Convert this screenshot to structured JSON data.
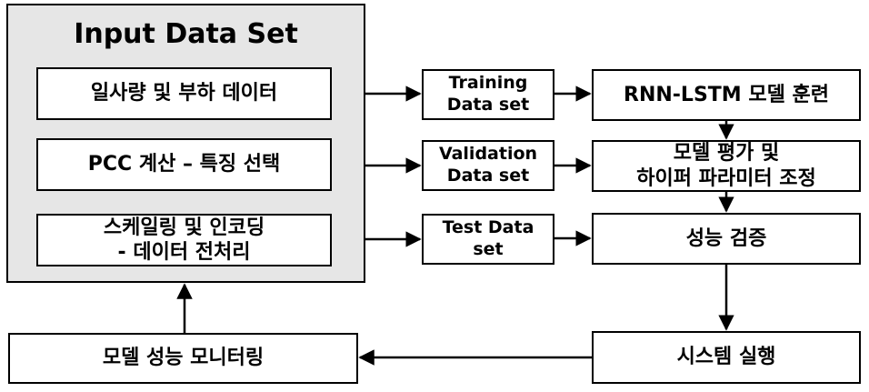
{
  "input_panel": {
    "title": "Input Data Set",
    "steps": [
      {
        "line1": "일사량 및 부하 데이터"
      },
      {
        "line1": "PCC 계산 – 특징 선택"
      },
      {
        "line1": "스케일링 및 인코딩",
        "line2": "- 데이터 전처리"
      }
    ]
  },
  "datasets": [
    {
      "line1": "Training",
      "line2": "Data set"
    },
    {
      "line1": "Validation",
      "line2": "Data set"
    },
    {
      "line1": "Test Data",
      "line2": "set"
    }
  ],
  "process": [
    {
      "line1": "RNN-LSTM 모델 훈련"
    },
    {
      "line1": "모델 평가 및",
      "line2": "하이퍼 파라미터 조정"
    },
    {
      "line1": "성능 검증"
    }
  ],
  "bottom": {
    "run_system": "시스템 실행",
    "monitoring": "모델 성능 모니터링"
  }
}
